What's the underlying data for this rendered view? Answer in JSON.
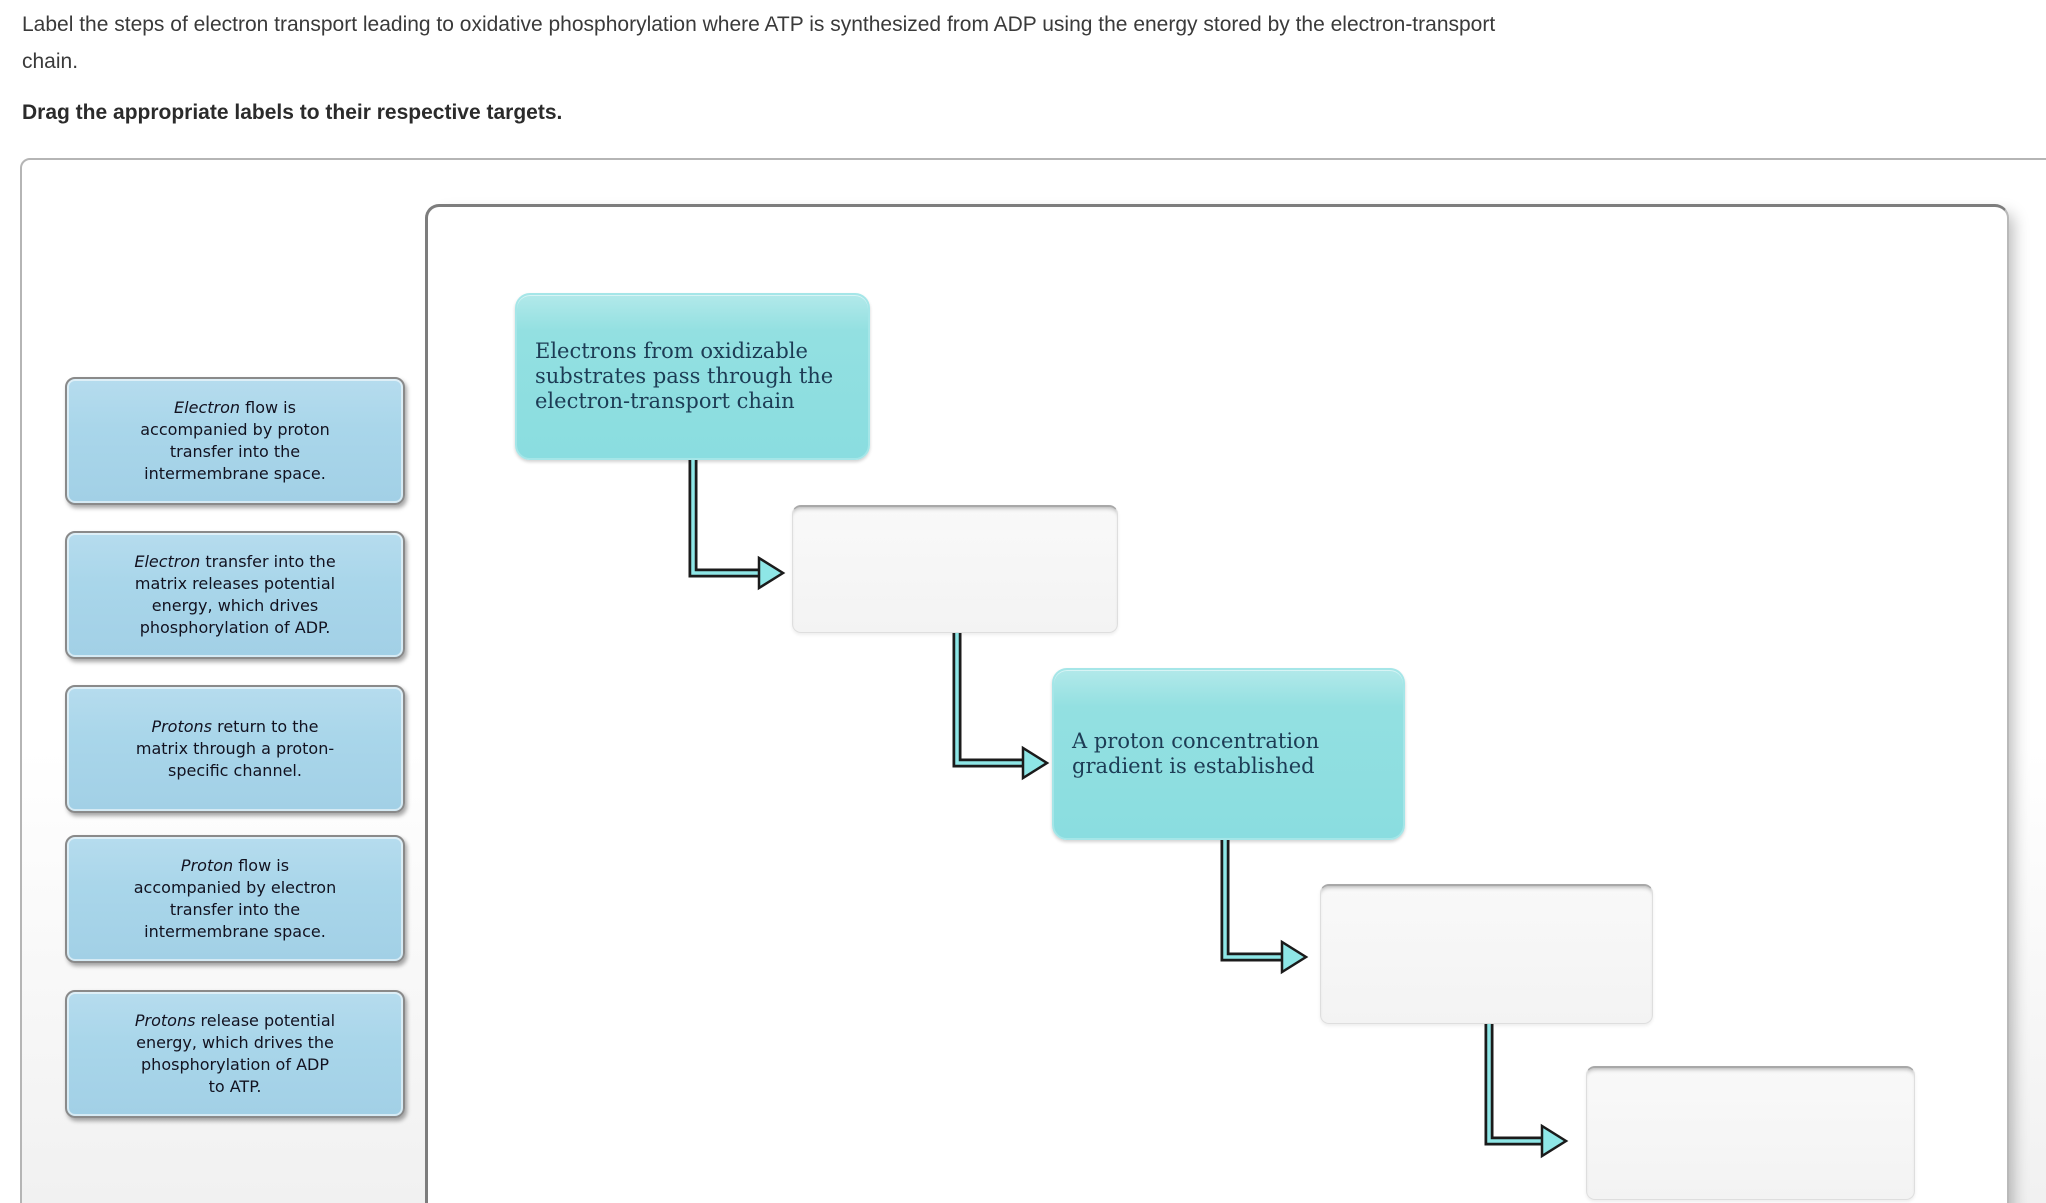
{
  "header": {
    "instruction": "Label the steps of electron transport leading to oxidative phosphorylation where ATP is synthesized from ADP using the energy stored by the electron-transport\nchain.",
    "drag_prompt": "Drag the appropriate labels to their respective targets."
  },
  "label_bank": [
    {
      "lead": "Electron",
      "rest": " flow is\naccompanied by proton\ntransfer into the\nintermembrane space."
    },
    {
      "lead": "Electron",
      "rest": " transfer into the\nmatrix releases potential\nenergy, which drives\nphosphorylation of ADP."
    },
    {
      "lead": "Protons",
      "rest": " return to the\nmatrix through a proton-\nspecific channel."
    },
    {
      "lead": "Proton",
      "rest": " flow is\naccompanied by electron\ntransfer into the\nintermembrane space."
    },
    {
      "lead": "Protons",
      "rest": " release potential\nenergy, which drives the\nphosphorylation of ADP\nto ATP."
    }
  ],
  "flowchart": {
    "steps": [
      {
        "type": "filled",
        "text": "Electrons from oxidizable\nsubstrates pass through the\nelectron-transport chain"
      },
      {
        "type": "target",
        "text": ""
      },
      {
        "type": "filled",
        "text": "A proton concentration\ngradient is established"
      },
      {
        "type": "target",
        "text": ""
      },
      {
        "type": "target",
        "text": ""
      }
    ]
  },
  "colors": {
    "filled_step_teal": "#8adde0",
    "drag_label_blue": "#a9d6ea",
    "arrow_core": "#8ee6e6",
    "arrow_outline": "#1b1b1b",
    "target_box_bg": "#f7f7f7",
    "panel_border": "#7d7d7d"
  }
}
